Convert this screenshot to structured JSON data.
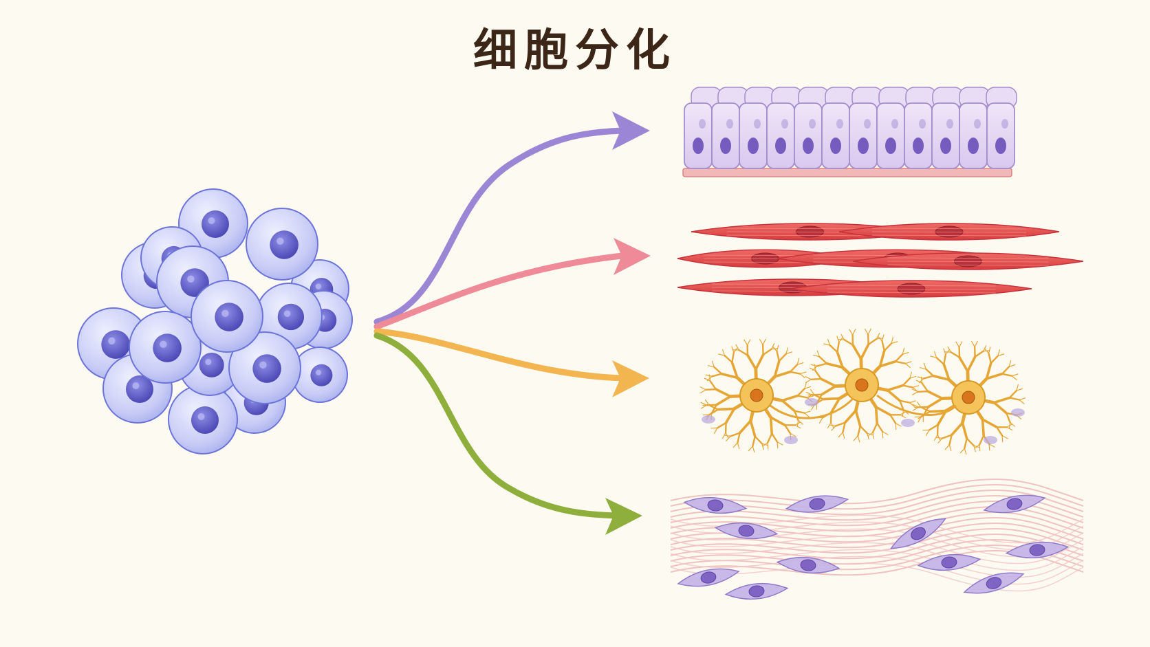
{
  "title": "细胞分化",
  "colors": {
    "background": "#fdfaf1",
    "title": "#3b2618",
    "stem_cell_body": "#c5caf5",
    "stem_cell_outline": "#6c74d8",
    "stem_cell_nucleus": "#5a58c4",
    "epithelial_arrow": "#9b86d6",
    "muscle_arrow": "#ef8a98",
    "nerve_arrow": "#f2b550",
    "connective_arrow": "#8faf3c",
    "epithelial_cell": "#e2d4f0",
    "epithelial_nucleus": "#6a4fb8",
    "muscle_cell": "#e0474a",
    "muscle_nucleus": "#b8303a",
    "neuron": "#e6a635",
    "neuron_nucleus": "#d9761d",
    "connective_fiber": "#ecb4b4",
    "fibroblast": "#c7b6e8",
    "fibroblast_nucleus": "#8064c4"
  },
  "icons": [
    "stem-cell-cluster",
    "epithelial-tissue",
    "muscle-tissue",
    "nervous-tissue",
    "connective-tissue"
  ]
}
